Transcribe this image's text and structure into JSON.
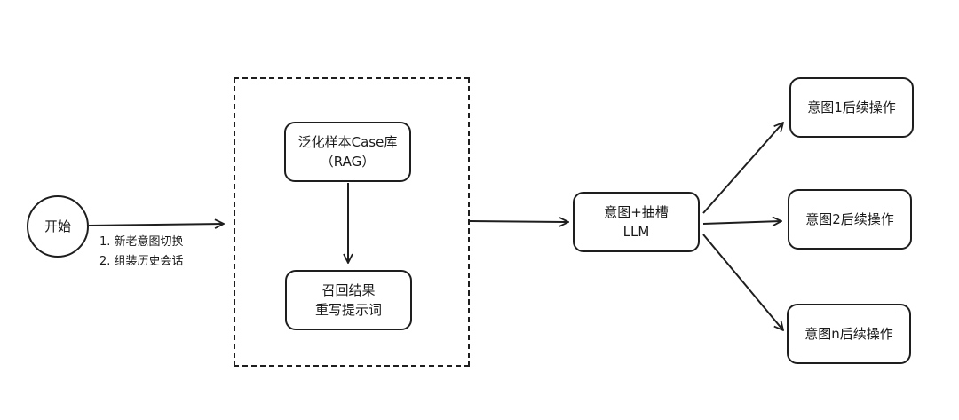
{
  "nodes": {
    "start": {
      "label": "开始"
    },
    "case_library": {
      "line1": "泛化样本Case库",
      "line2": "（RAG）"
    },
    "recall": {
      "line1": "召回结果",
      "line2": "重写提示词"
    },
    "llm": {
      "line1": "意图+抽槽",
      "line2": "LLM"
    },
    "intent1": {
      "label": "意图1后续操作"
    },
    "intent2": {
      "label": "意图2后续操作"
    },
    "intentn": {
      "label": "意图n后续操作"
    }
  },
  "edge_labels": {
    "start_to_group": [
      "1. 新老意图切换",
      "2. 组装历史会话"
    ]
  }
}
